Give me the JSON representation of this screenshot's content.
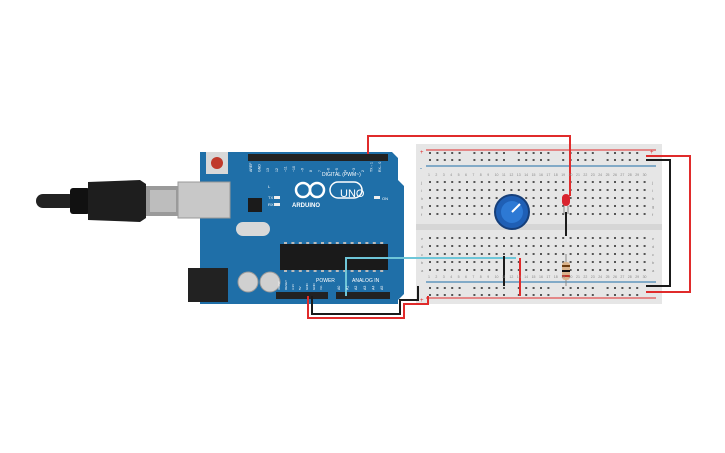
{
  "arduino": {
    "logo_text": "UNO",
    "brand_text": "ARDUINO",
    "digital_header": "DIGITAL (PWM~)",
    "analog_header": "ANALOG IN",
    "power_header": "POWER",
    "on_label": "ON",
    "tx_label": "TX",
    "rx_label": "RX",
    "l_label": "L",
    "digital_pins": [
      "AREF",
      "GND",
      "13",
      "12",
      "~11",
      "~10",
      "~9",
      "8",
      "7",
      "~6",
      "~5",
      "4",
      "~3",
      "2",
      "TX→1",
      "RX←0"
    ],
    "power_pins": [
      "IOREF",
      "RESET",
      "3.3V",
      "5V",
      "GND",
      "GND",
      "Vin"
    ],
    "analog_pins": [
      "A0",
      "A1",
      "A2",
      "A3",
      "A4",
      "A5"
    ]
  },
  "breadboard": {
    "row_letters_top": [
      "j",
      "i",
      "h",
      "g",
      "f"
    ],
    "row_letters_bottom": [
      "e",
      "d",
      "c",
      "b",
      "a"
    ],
    "column_count": 30,
    "plus_label": "+",
    "minus_label": "-"
  },
  "colors": {
    "board_blue": "#1f6fa8",
    "wire_red": "#e02b2b",
    "wire_black": "#1a1a1a",
    "wire_cyan": "#6ec6d8",
    "breadboard": "#e6e6e6",
    "led_red": "#d9232e",
    "pot_blue": "#1f5fb5"
  }
}
